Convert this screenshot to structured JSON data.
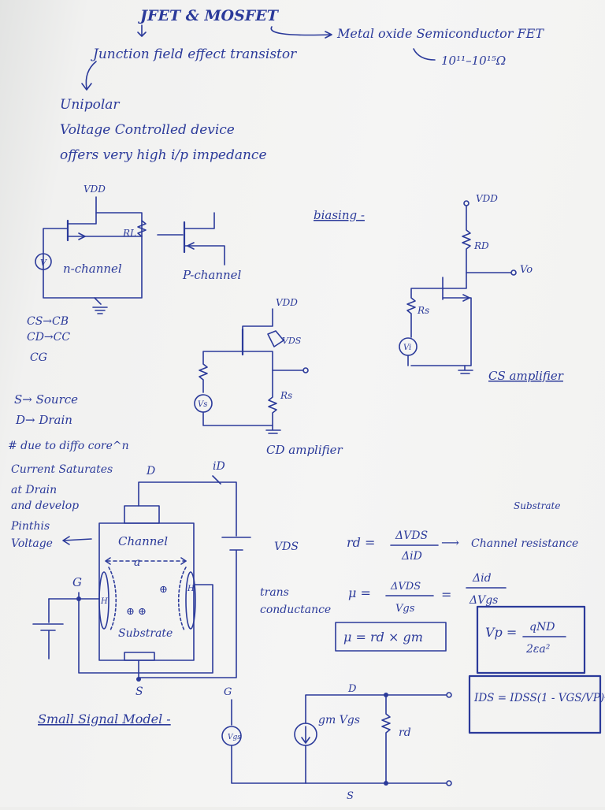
{
  "title": "JFET & MOSFET",
  "jfet_full": "Junction field effect transistor",
  "mosfet_full": "Metal oxide Semiconductor FET",
  "mosfet_impedance": "10¹¹–10¹⁵Ω",
  "properties": [
    "Unipolar",
    "Voltage Controlled device",
    "offers very high i/p impedance"
  ],
  "circuit1": {
    "vdd": "VDD",
    "rl": "RL",
    "source": "V",
    "nchannel": "n-channel",
    "pchannel": "P-channel"
  },
  "configs": [
    "CS→CB",
    "CD→CC",
    "CG"
  ],
  "terminals": [
    "S→ Source",
    "D→ Drain"
  ],
  "biasing": {
    "label": "biasing -",
    "vdd": "VDD",
    "rd": "RD",
    "vo": "Vo",
    "rs": "Rs",
    "vi": "Vi",
    "caption": "CS amplifier"
  },
  "cd_amp": {
    "vdd": "VDD",
    "vds": "VDS",
    "vs": "Vs",
    "rs": "Rs",
    "caption": "CD amplifier"
  },
  "note": [
    "# due to diffo core^n",
    "Current Saturates",
    "at Drain",
    "and develop",
    "Pinthis",
    "Voltage"
  ],
  "structure": {
    "d": "D",
    "id": "iD",
    "g": "G",
    "s": "S",
    "channel": "Channel",
    "a": "a",
    "substrate": "Substrate",
    "vds": "VDS"
  },
  "formulas": {
    "rd_lhs": "rd =",
    "rd_num": "ΔVDS",
    "rd_den": "ΔiD",
    "rd_arrow": "⟶",
    "channel_resistance": "Channel resistance",
    "substrate_note": "Substrate",
    "trans": [
      "trans",
      "conductance"
    ],
    "mu_lhs": "μ =",
    "mu_num": "ΔVDS",
    "mu_den": "Vgs",
    "mu_num2": "Δid",
    "mu_den2": "ΔVgs",
    "mu_box": "μ = rd × gm",
    "vp_lhs": "Vp =",
    "vp_num": "qND",
    "vp_den": "2εa²",
    "ids": "IDS = IDSS(1 - VGS/VP)²"
  },
  "small_signal": {
    "label": "Small Signal Model -",
    "g": "G",
    "d": "D",
    "s": "S",
    "vgs": "Vgs",
    "source": "gm Vgs",
    "rd": "rd"
  }
}
